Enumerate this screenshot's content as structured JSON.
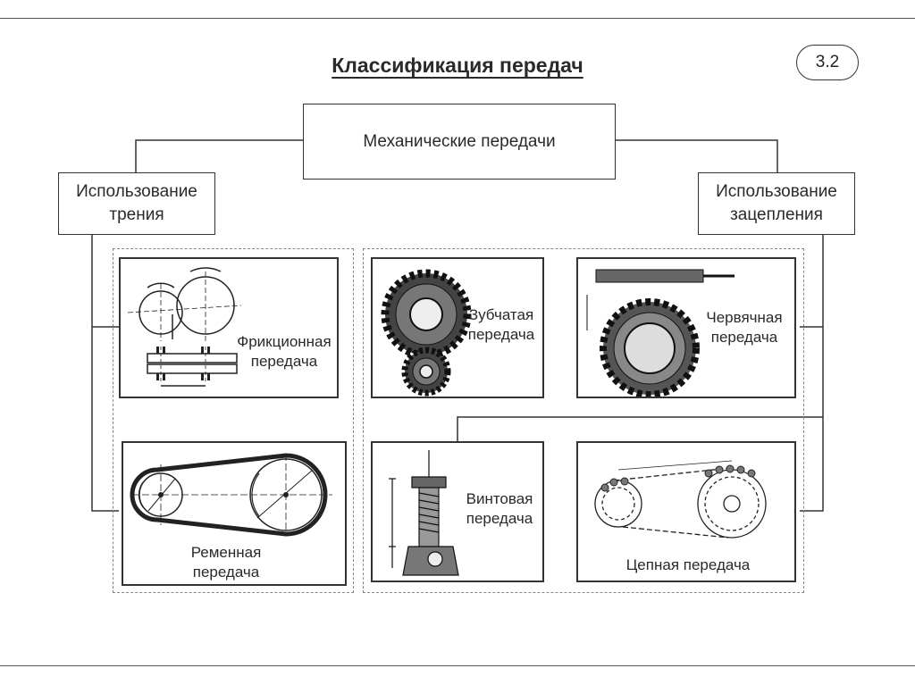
{
  "title": "Классификация передач",
  "slide_number": "3.2",
  "root": {
    "label": "Механические передачи"
  },
  "branches": {
    "friction": {
      "line1": "Использование",
      "line2": "трения"
    },
    "engagement": {
      "line1": "Использование",
      "line2": "зацепления"
    }
  },
  "panels": {
    "friction_drive": {
      "line1": "Фрикционная",
      "line2": "передача"
    },
    "belt_drive": {
      "line1": "Ременная",
      "line2": "передача"
    },
    "gear_drive": {
      "line1": "Зубчатая",
      "line2": "передача"
    },
    "worm_drive": {
      "line1": "Червячная",
      "line2": "передача"
    },
    "screw_drive": {
      "line1": "Винтовая",
      "line2": "передача"
    },
    "chain_drive": {
      "line1": "Цепная передача"
    }
  }
}
